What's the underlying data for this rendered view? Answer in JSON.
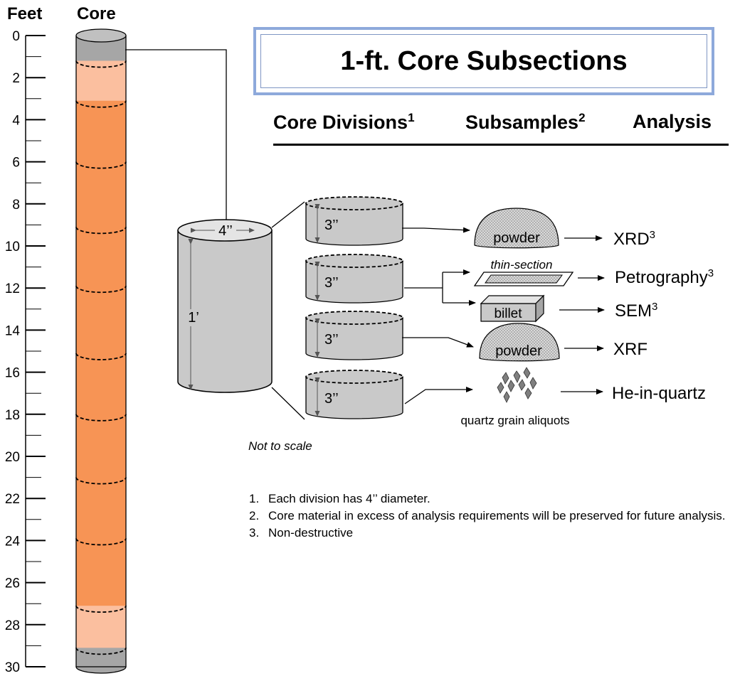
{
  "axis": {
    "title": "Feet",
    "min": 0,
    "max": 30,
    "labeled_ticks": [
      0,
      2,
      4,
      6,
      8,
      10,
      12,
      14,
      16,
      18,
      20,
      22,
      24,
      26,
      28,
      30
    ]
  },
  "core": {
    "title": "Core",
    "segments": [
      {
        "from_ft": 0,
        "to_ft": 1.2,
        "color": "#a6a6a6"
      },
      {
        "from_ft": 1.2,
        "to_ft": 3.1,
        "color": "#fbbf9f"
      },
      {
        "from_ft": 3.1,
        "to_ft": 27.1,
        "color": "#f79455"
      },
      {
        "from_ft": 27.1,
        "to_ft": 29.1,
        "color": "#fbbf9f"
      },
      {
        "from_ft": 29.1,
        "to_ft": 30,
        "color": "#a6a6a6"
      }
    ],
    "division_lines_ft": [
      1.2,
      3.1,
      6.0,
      9.1,
      11.9,
      15.1,
      18.0,
      21.0,
      23.9,
      27.1,
      29.1
    ]
  },
  "title": "1-ft. Core Subsections",
  "columns": {
    "core_divisions": "Core Divisions",
    "core_divisions_note": "1",
    "subsamples": "Subsamples",
    "subsamples_note": "2",
    "analysis": "Analysis"
  },
  "big_cylinder": {
    "diameter_label": "4’’",
    "height_label": "1’"
  },
  "divisions": [
    {
      "height_label": "3’’"
    },
    {
      "height_label": "3’’"
    },
    {
      "height_label": "3’’"
    },
    {
      "height_label": "3’’"
    }
  ],
  "subsamples": {
    "powder_1": "powder",
    "thin_section": "thin-section",
    "billet": "billet",
    "powder_2": "powder",
    "quartz": "quartz grain aliquots"
  },
  "analyses": [
    {
      "name": "XRD",
      "note": "3"
    },
    {
      "name": "Petrography",
      "note": "3"
    },
    {
      "name": "SEM",
      "note": "3"
    },
    {
      "name": "XRF",
      "note": ""
    },
    {
      "name": "He-in-quartz",
      "note": ""
    }
  ],
  "not_to_scale": "Not to scale",
  "notes": [
    {
      "num": "1.",
      "text": "Each division has 4’’ diameter."
    },
    {
      "num": "2.",
      "text": "Core material in excess of analysis requirements will be preserved for future analysis."
    },
    {
      "num": "3.",
      "text": "Non-destructive"
    }
  ],
  "colors": {
    "title_border": "#8ea9db",
    "cylinder_gray": "#c9c9c9",
    "core_gray": "#a6a6a6",
    "core_light": "#fbbf9f",
    "core_orange": "#f79455"
  }
}
